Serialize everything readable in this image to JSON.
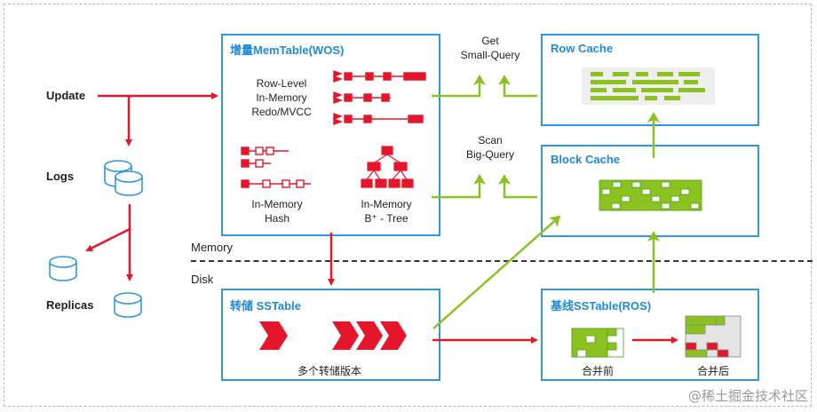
{
  "inputs": {
    "update": "Update",
    "logs": "Logs",
    "replicas": "Replicas"
  },
  "layers": {
    "memory": "Memory",
    "disk": "Disk"
  },
  "wos": {
    "title": "增量MemTable(WOS)",
    "row_level": [
      "Row-Level",
      "In-Memory",
      "Redo/MVCC"
    ],
    "hash": [
      "In-Memory",
      "Hash"
    ],
    "btree": [
      "In-Memory",
      "B⁺ - Tree"
    ]
  },
  "queries": {
    "get": [
      "Get",
      "Small-Query"
    ],
    "scan": [
      "Scan",
      "Big-Query"
    ]
  },
  "row_cache": {
    "title": "Row Cache"
  },
  "block_cache": {
    "title": "Block Cache"
  },
  "dump": {
    "title": "转储 SSTable",
    "caption": "多个转储版本"
  },
  "ros": {
    "title": "基线SSTable(ROS)",
    "before": "合并前",
    "after": "合并后"
  },
  "watermark": "@稀土掘金技术社区",
  "colors": {
    "blue": "#2b98df",
    "red": "#e5162b",
    "green": "#8cc21f",
    "green_dark": "#4a9e1a"
  }
}
